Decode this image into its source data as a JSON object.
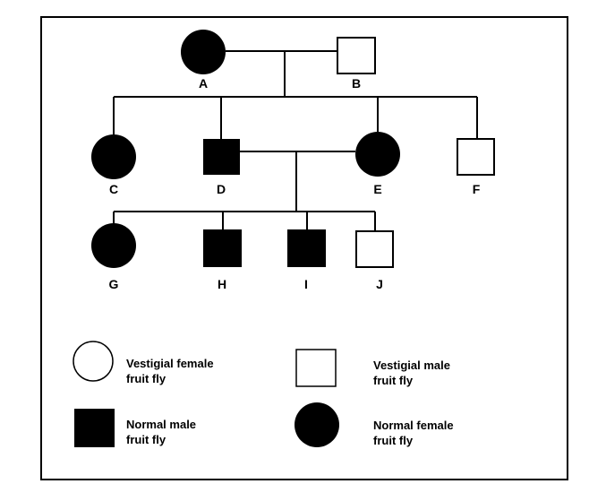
{
  "pedigree": {
    "individuals": [
      {
        "id": "A",
        "label": "A",
        "sex": "female",
        "phenotype": "normal"
      },
      {
        "id": "B",
        "label": "B",
        "sex": "male",
        "phenotype": "vestigial"
      },
      {
        "id": "C",
        "label": "C",
        "sex": "female",
        "phenotype": "normal"
      },
      {
        "id": "D",
        "label": "D",
        "sex": "male",
        "phenotype": "normal"
      },
      {
        "id": "E",
        "label": "E",
        "sex": "female",
        "phenotype": "normal"
      },
      {
        "id": "F",
        "label": "F",
        "sex": "male",
        "phenotype": "vestigial"
      },
      {
        "id": "G",
        "label": "G",
        "sex": "female",
        "phenotype": "normal"
      },
      {
        "id": "H",
        "label": "H",
        "sex": "male",
        "phenotype": "normal"
      },
      {
        "id": "I",
        "label": "I",
        "sex": "male",
        "phenotype": "normal"
      },
      {
        "id": "J",
        "label": "J",
        "sex": "male",
        "phenotype": "vestigial"
      }
    ],
    "matings": [
      {
        "parents": [
          "A",
          "B"
        ],
        "children": [
          "C",
          "D",
          "E",
          "F"
        ]
      },
      {
        "parents": [
          "D",
          "E"
        ],
        "children": [
          "G",
          "H",
          "I",
          "J"
        ]
      }
    ]
  },
  "legend": {
    "vestigial_female": {
      "line1": "Vestigial female",
      "line2": "fruit fly"
    },
    "vestigial_male": {
      "line1": "Vestigial male",
      "line2": "fruit fly"
    },
    "normal_male": {
      "line1": "Normal male",
      "line2": "fruit fly"
    },
    "normal_female": {
      "line1": "Normal female",
      "line2": "fruit fly"
    }
  },
  "colors": {
    "affected": "#000000",
    "unaffected": "#ffffff",
    "stroke": "#000000"
  }
}
